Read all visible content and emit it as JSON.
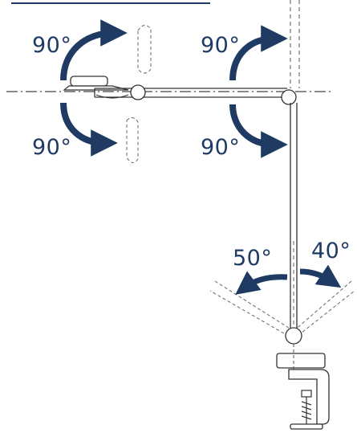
{
  "header": {
    "fragment": "( ... )"
  },
  "angles": {
    "head_up": "90°",
    "head_down": "90°",
    "arm_up": "90°",
    "arm_down": "90°",
    "pole_left": "50°",
    "pole_right": "40°"
  },
  "colors": {
    "arrow": "#1f3b63",
    "line": "#6b7280",
    "text": "#1f3b63"
  }
}
